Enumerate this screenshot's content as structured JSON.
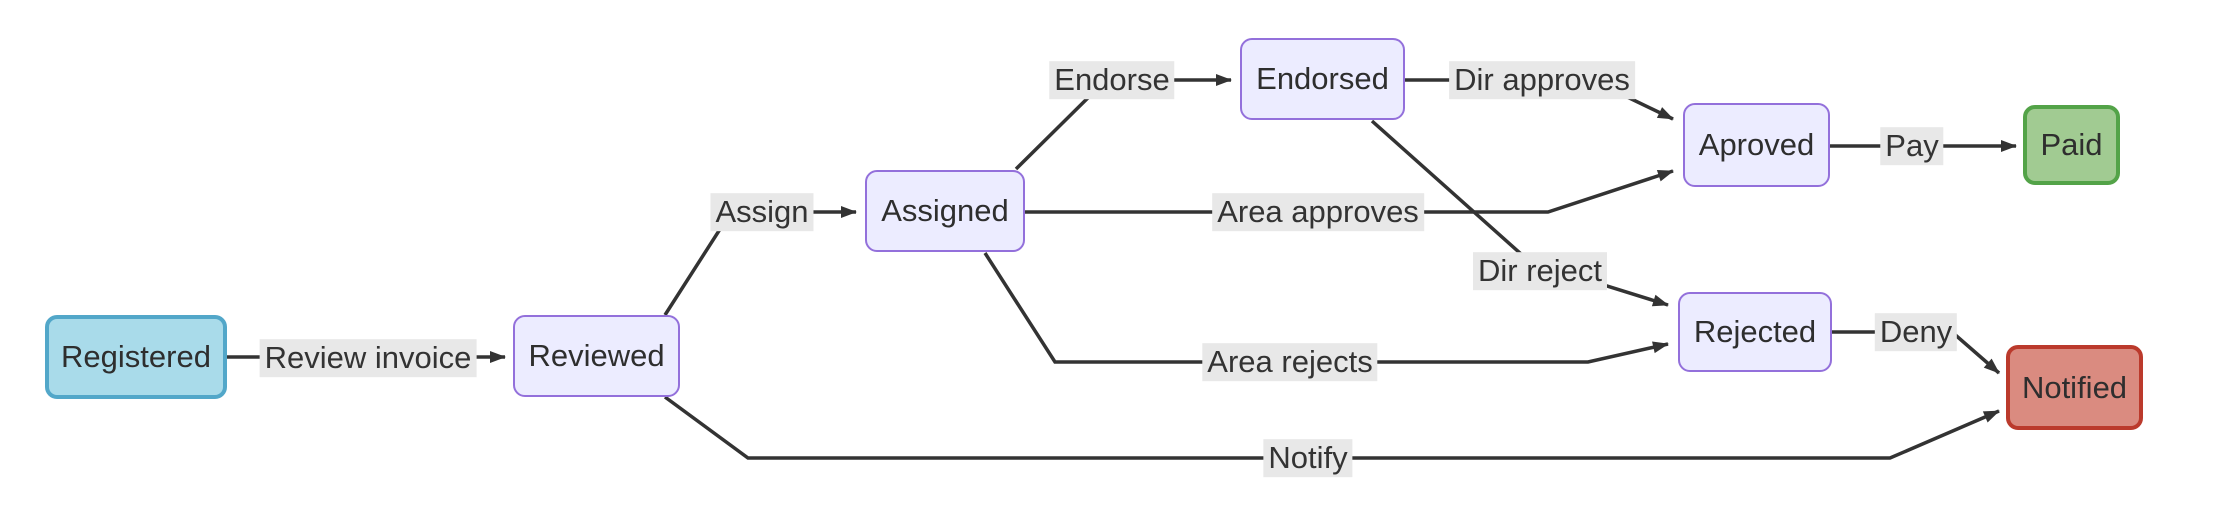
{
  "diagram": {
    "colors": {
      "edge": "#333333",
      "edge_label_background": "#e8e8e8",
      "text": "#333333",
      "node_default_fill": "#ECECFF",
      "node_default_stroke": "#9370DB",
      "node_start_fill": "#A9DBEA",
      "node_start_stroke": "#52A7C9",
      "node_success_fill": "#A1CB92",
      "node_success_stroke": "#53A348",
      "node_danger_fill": "#DA8B80",
      "node_danger_stroke": "#BB3A2C"
    },
    "nodes": [
      {
        "id": "registered",
        "label": "Registered",
        "style": "start"
      },
      {
        "id": "reviewed",
        "label": "Reviewed",
        "style": "default"
      },
      {
        "id": "assigned",
        "label": "Assigned",
        "style": "default"
      },
      {
        "id": "endorsed",
        "label": "Endorsed",
        "style": "default"
      },
      {
        "id": "aproved",
        "label": "Aproved",
        "style": "default"
      },
      {
        "id": "paid",
        "label": "Paid",
        "style": "success"
      },
      {
        "id": "rejected",
        "label": "Rejected",
        "style": "default"
      },
      {
        "id": "notified",
        "label": "Notified",
        "style": "danger"
      }
    ],
    "edges": [
      {
        "from": "Registered",
        "to": "Reviewed",
        "label": "Review invoice"
      },
      {
        "from": "Reviewed",
        "to": "Assigned",
        "label": "Assign"
      },
      {
        "from": "Assigned",
        "to": "Endorsed",
        "label": "Endorse"
      },
      {
        "from": "Endorsed",
        "to": "Aproved",
        "label": "Dir approves"
      },
      {
        "from": "Assigned",
        "to": "Aproved",
        "label": "Area approves"
      },
      {
        "from": "Endorsed",
        "to": "Rejected",
        "label": "Dir reject"
      },
      {
        "from": "Assigned",
        "to": "Rejected",
        "label": "Area rejects"
      },
      {
        "from": "Rejected",
        "to": "Notified",
        "label": "Deny"
      },
      {
        "from": "Reviewed",
        "to": "Notified",
        "label": "Notify"
      },
      {
        "from": "Aproved",
        "to": "Paid",
        "label": "Pay"
      }
    ]
  }
}
